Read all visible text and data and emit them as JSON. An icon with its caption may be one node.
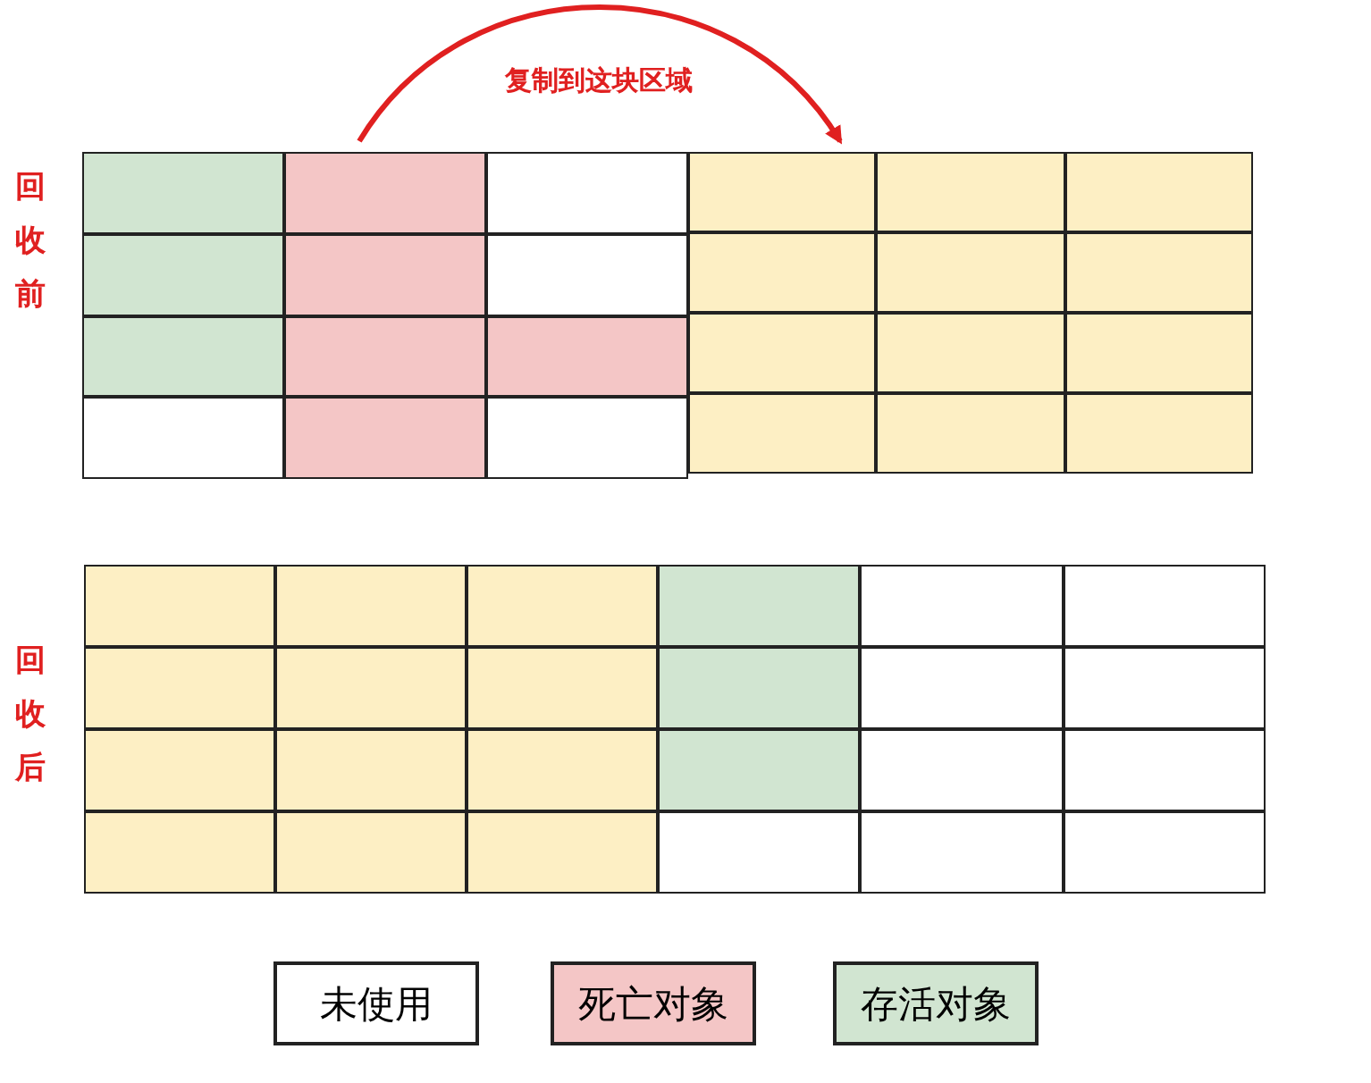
{
  "diagram": {
    "nodes": [
      {
        "text": [],
        "shape": "box"
      },
      {
        "text": [],
        "shape": "box"
      },
      {
        "text": [],
        "shape": "box"
      },
      {
        "text": [],
        "shape": "box"
      }
    ],
    "edges": [
      {
        "from": 0,
        "to": 1,
        "arrow": "to",
        "label": "复制到这块区域",
        "color": "#e02020"
      }
    ],
    "labels": [
      "回收前",
      "回收后"
    ],
    "legend": [
      {
        "text": "未使用",
        "color": "#ffffff"
      },
      {
        "text": "死亡对象",
        "color": "#f4c6c6"
      },
      {
        "text": "存活对象",
        "color": "#d1e5d1"
      }
    ]
  }
}
